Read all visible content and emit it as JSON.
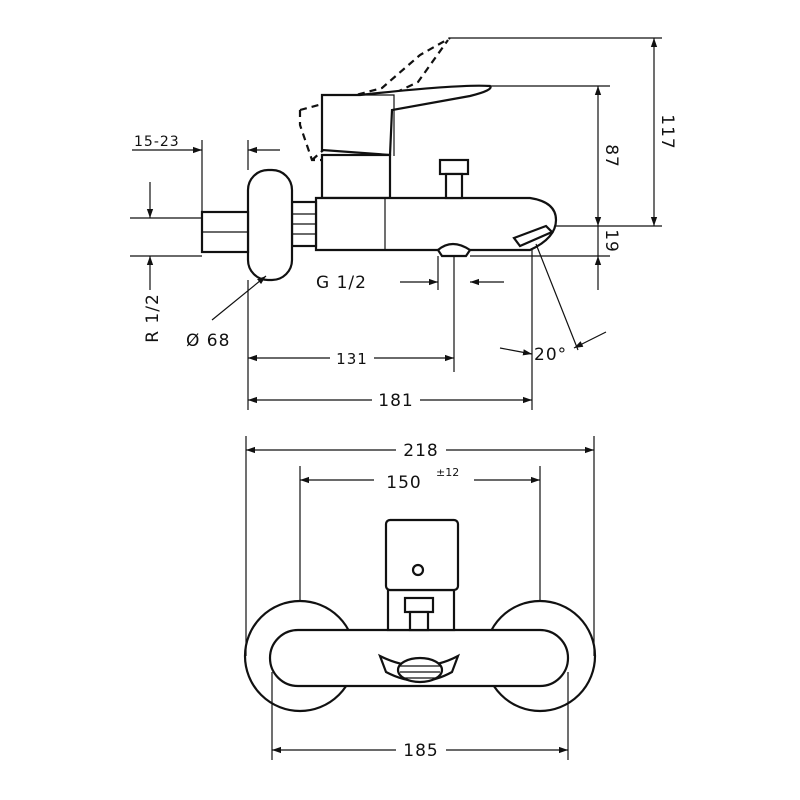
{
  "side_view": {
    "dim_top_height": "117",
    "dim_spout_height": "87",
    "dim_spout_offset": "19",
    "dim_wall_depth": "15-23",
    "dim_outlet_thread": "G 1/2",
    "dim_inlet_thread": "R 1/2",
    "dim_rosette_diameter": "Ø 68",
    "dim_outlet_distance": "131",
    "dim_overall_depth": "181",
    "dim_angle": "20°"
  },
  "front_view": {
    "dim_overall_width": "218",
    "dim_centers": "150",
    "dim_centers_tolerance": "±12",
    "dim_body_width": "185"
  }
}
